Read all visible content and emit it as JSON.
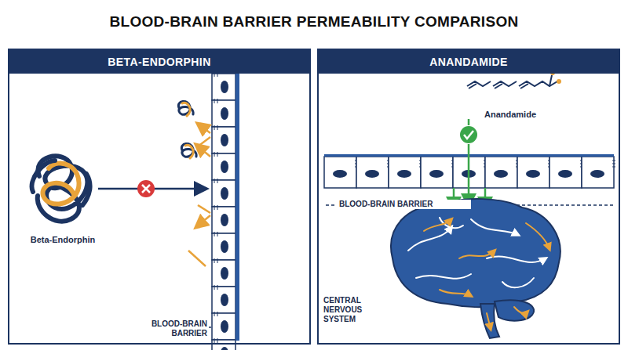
{
  "diagram": {
    "title": "BLOOD-BRAIN BARRIER PERMEABILITY COMPARISON",
    "nodes": [
      {
        "text": [
          "BETA-ENDORPHIN"
        ]
      },
      {
        "text": [
          "ANANDAMIDE"
        ]
      }
    ],
    "labels": [
      "Beta-Endorphin",
      "BLOOD-BRAIN BARRIER",
      "Anandamide",
      "BLOOD-BRAIN BARRIER",
      "CENTRAL NERVOUS SYSTEM"
    ]
  }
}
